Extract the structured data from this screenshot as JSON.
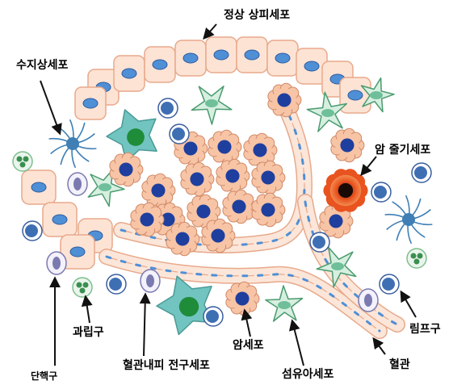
{
  "labels": {
    "normal_epithelial": "정상 상피세포",
    "dendritic": "수지상세포",
    "cancer_stem": "암 줄기세포",
    "granulocyte": "과립구",
    "lymphocyte": "림프구",
    "cancer_cell": "암세포",
    "endothelial_progenitor": "혈관내피 전구세포",
    "fibroblast": "섬유아세포",
    "blood_vessel": "혈관",
    "monocyte": "단핵구"
  },
  "colors": {
    "epithelial_fill": "#fde3d4",
    "epithelial_stroke": "#e8a98b",
    "nucleus_blue": "#4f8fd6",
    "cancer_fill": "#f7c4a6",
    "cancer_nucleus": "#1f3f9e",
    "stem_fill": "#e8531f",
    "fibroblast_fill": "#d7efe0",
    "fibroblast_stroke": "#4a9b6f",
    "macrophage_fill": "#72c4c0",
    "macrophage_nucleus": "#1f8c3a",
    "vessel_fill": "#fbe6d9",
    "dendritic_color": "#3f7fb5",
    "granulocyte_nucleus": "#3a8f4f",
    "monocyte_nucleus": "#7a7ab0"
  }
}
